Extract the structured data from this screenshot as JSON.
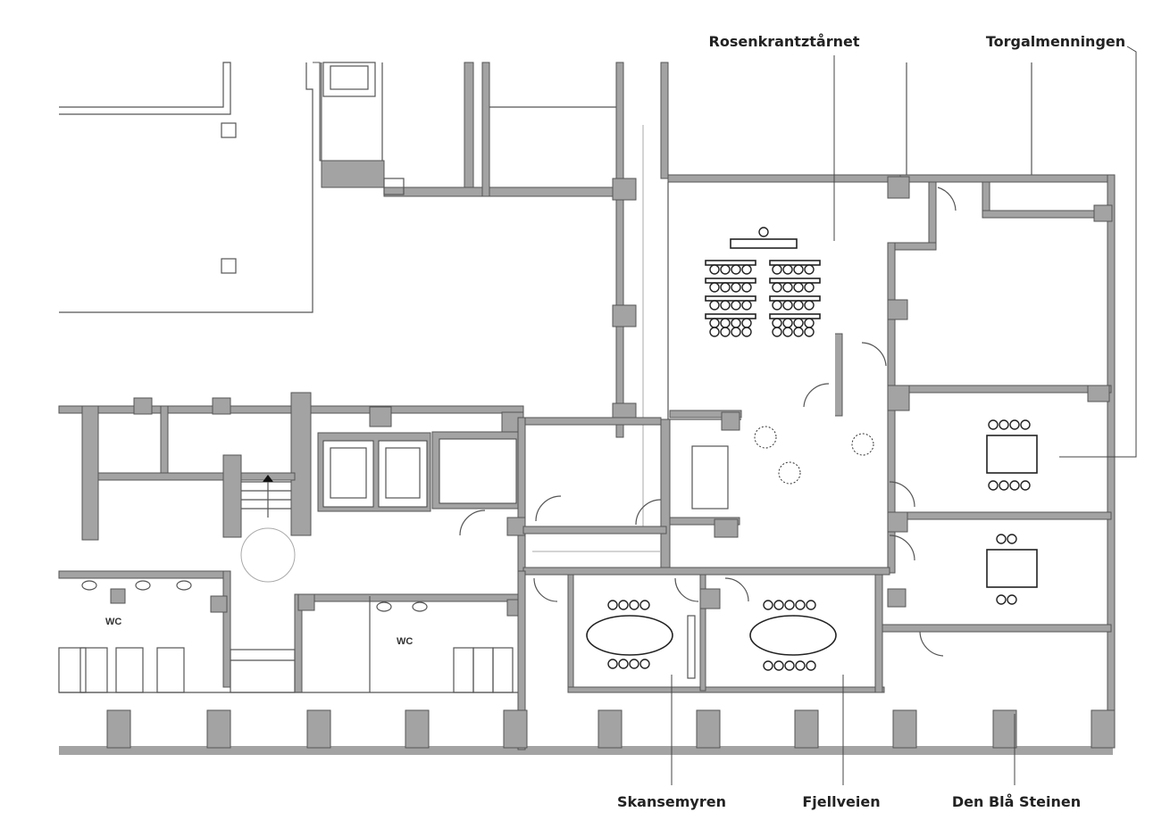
{
  "labels": {
    "rosenkrantztarnet": "Rosenkrantztårnet",
    "torgalmenningen": "Torgalmenningen",
    "skansemyren": "Skansemyren",
    "fjellveien": "Fjellveien",
    "den_bla_steinen": "Den Blå Steinen",
    "wc_left": "WC",
    "wc_right": "WC"
  },
  "colors": {
    "wall": "#a3a3a3",
    "line": "#555555",
    "text": "#222222"
  }
}
